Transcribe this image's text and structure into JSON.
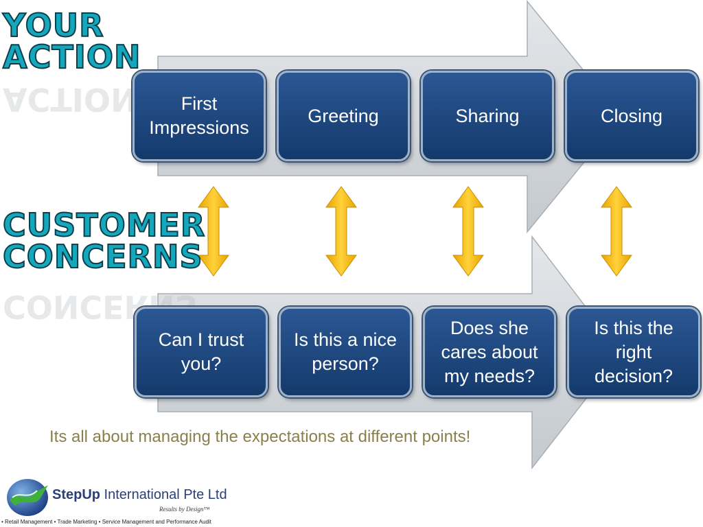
{
  "headings": {
    "action": [
      "YOUR",
      "ACTION"
    ],
    "concern": [
      "CUSTOMER",
      "CONCERNS"
    ]
  },
  "actions": [
    "First\nImpressions",
    "Greeting",
    "Sharing",
    "Closing"
  ],
  "concerns": [
    "Can I trust\nyou?",
    "Is this a nice\nperson?",
    "Does she\ncares about\nmy needs?",
    "Is this the\nright\ndecision?"
  ],
  "tagline": "Its all about managing the expectations at different points!",
  "logo": {
    "name_bold": "StepUp",
    "name_rest": " International Pte Ltd",
    "tagline": "Results by Design™",
    "services": "• Retail Management   • Trade Marketing   • Service Management and Performance Audit"
  },
  "colors": {
    "box_fill": "#1f4a82",
    "box_border": "#9fb2c6",
    "heading": "#15a8bd",
    "double_arrow": "#f2b700",
    "tagline": "#8a7f4a",
    "process_arrow": "#d3d7db"
  }
}
